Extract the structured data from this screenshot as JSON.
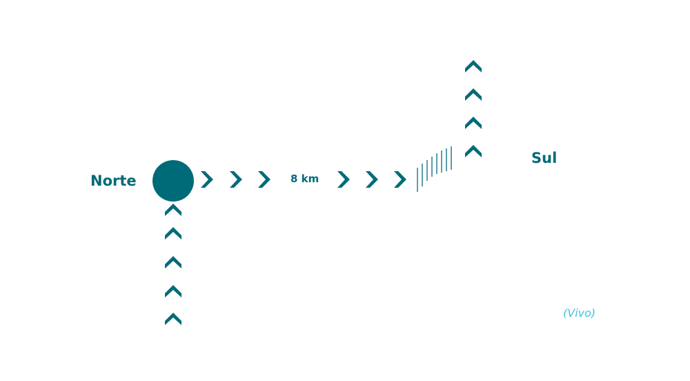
{
  "diagram": {
    "origin_label": "Norte",
    "destination_label": "Sul",
    "distance_label": "8 km",
    "status_label": "(Vivo)"
  },
  "colors": {
    "primary": "#006b78",
    "status": "#3fc4de"
  },
  "icons": {
    "origin": "circle-marker-icon",
    "direction": "chevron-icon",
    "transition": "hatch-lines-icon"
  }
}
